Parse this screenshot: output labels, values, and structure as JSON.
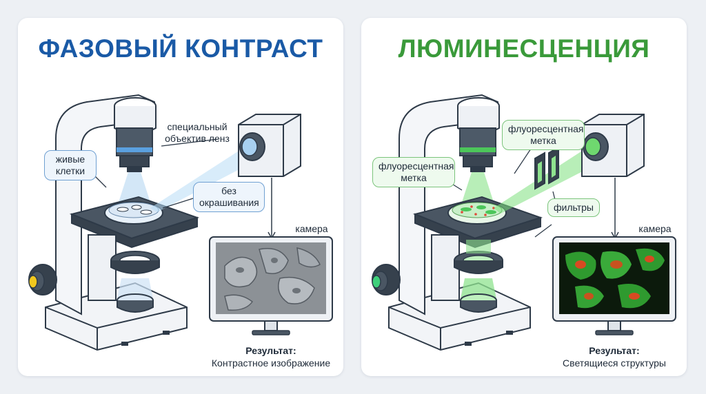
{
  "left": {
    "title": "ФАЗОВЫЙ КОНТРАСТ",
    "lens_label_line1": "специальный",
    "lens_label_line2": "объектив ленз",
    "cells_label_line1": "живые",
    "cells_label_line2": "клетки",
    "nostain_line1": "без",
    "nostain_line2": "окрашивания",
    "camera_label": "камера",
    "result_label": "Результат:",
    "result_text": "Контрастное изображение"
  },
  "right": {
    "title": "ЛЮМИНЕСЦЕНЦИЯ",
    "tag_top_line1": "флуоресцентная",
    "tag_top_line2": "метка",
    "tag_left_line1": "флуоресцентная",
    "tag_left_line2": "метка",
    "filters_label": "фильтры",
    "camera_label": "камера",
    "result_label": "Результат:",
    "result_text": "Светящиеся структуры"
  },
  "colors": {
    "phase_accent": "#1a5aa6",
    "fluor_accent": "#3a9a3a",
    "fluor_glow": "#7ee07e"
  }
}
